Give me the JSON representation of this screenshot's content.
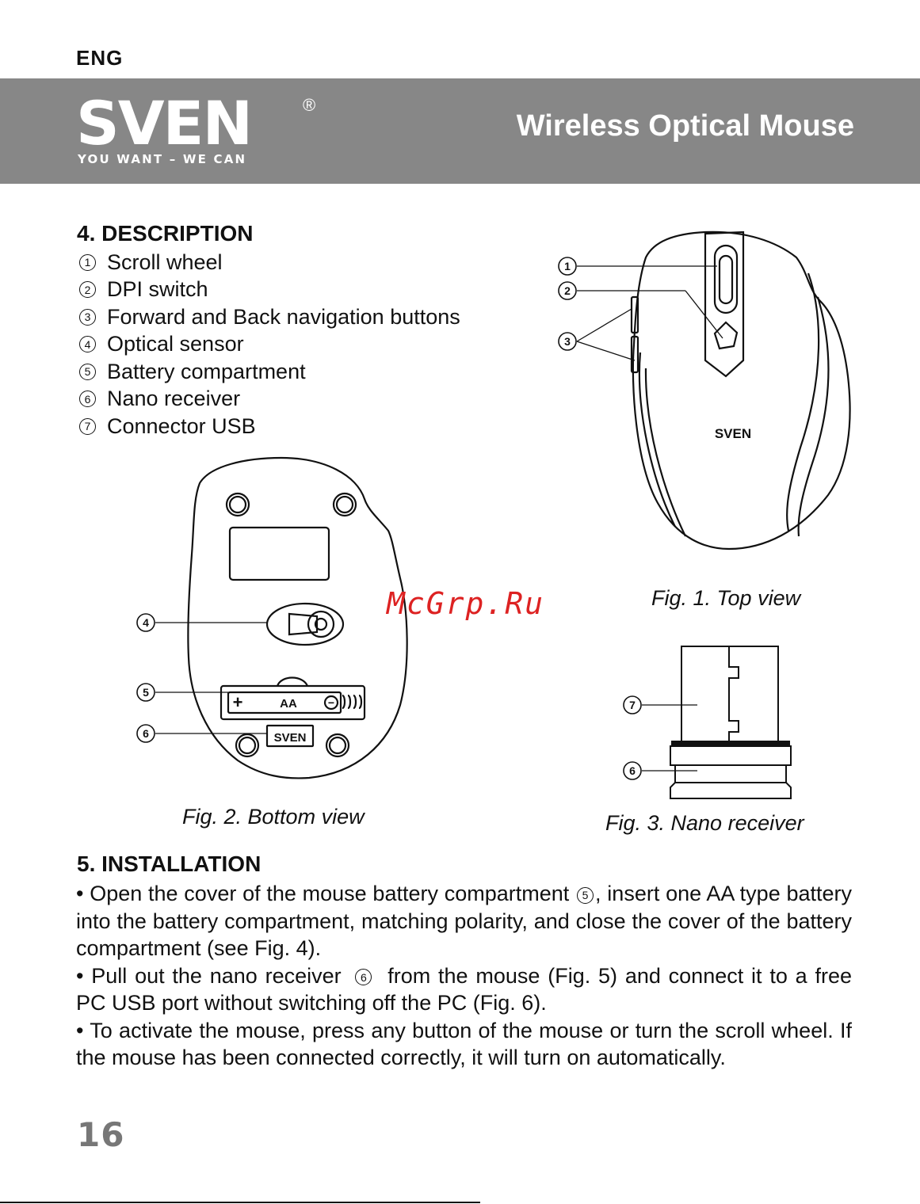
{
  "header": {
    "language": "ENG",
    "brand": "SVEN",
    "registered_mark": "®",
    "tagline": "YOU WANT – WE CAN",
    "product_title": "Wireless Optical Mouse"
  },
  "description": {
    "heading": "4. DESCRIPTION",
    "items": [
      {
        "num": "1",
        "label": "Scroll wheel"
      },
      {
        "num": "2",
        "label": "DPI switch"
      },
      {
        "num": "3",
        "label": "Forward and Back navigation buttons"
      },
      {
        "num": "4",
        "label": "Optical sensor"
      },
      {
        "num": "5",
        "label": "Battery compartment"
      },
      {
        "num": "6",
        "label": "Nano receiver"
      },
      {
        "num": "7",
        "label": "Connector USB"
      }
    ]
  },
  "figures": {
    "fig1": {
      "caption": "Fig. 1. Top view",
      "callouts": [
        "1",
        "2",
        "3"
      ],
      "logo": "SVEN"
    },
    "fig2": {
      "caption": "Fig. 2. Bottom view",
      "callouts": [
        "4",
        "5",
        "6"
      ],
      "battery_label": "AA",
      "battery_plus": "+",
      "battery_minus": "−",
      "logo": "SVEN"
    },
    "fig3": {
      "caption": "Fig. 3. Nano receiver",
      "callouts": [
        "7",
        "6"
      ]
    }
  },
  "installation": {
    "heading": "5. INSTALLATION",
    "p1_before": "• Open the cover of the mouse battery compartment ",
    "p1_num": "5",
    "p1_after": ", insert one AA type battery into the battery compartment, matching polarity, and close the cover of the battery compartment (see Fig. 4).",
    "p2_before": "• Pull out the nano receiver ",
    "p2_num": "6",
    "p2_after": " from the mouse (Fig. 5) and connect it to a free PC USB port without switching off the PC (Fig. 6).",
    "p3": "• To activate the mouse, press any button of the mouse or turn the scroll wheel. If the mouse has been connected correctly, it will turn on automa­tically."
  },
  "page_number": "16",
  "watermark": "McGrp.Ru"
}
